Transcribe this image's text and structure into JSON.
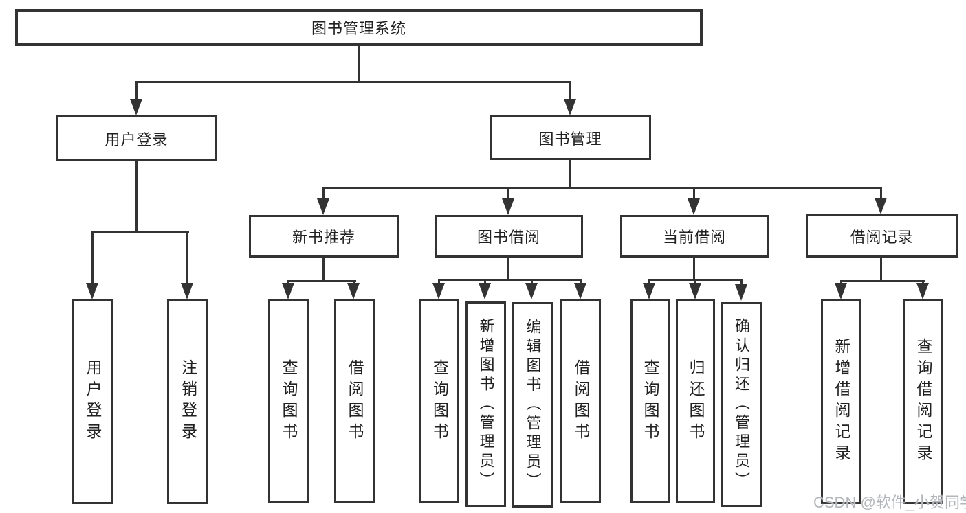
{
  "diagram_title": "图书管理系统",
  "colors": {
    "line": "#333333",
    "box_border": "#333333",
    "box_background": "#ffffff",
    "text": "#212121",
    "watermark": "#b2b6ba"
  },
  "nodes": {
    "root": "图书管理系统",
    "user_login": "用户登录",
    "book_mgmt": "图书管理",
    "new_book_rec": "新书推荐",
    "book_borrow": "图书借阅",
    "current_borrow": "当前借阅",
    "borrow_records": "借阅记录",
    "leaf_user_login": "用户登录",
    "leaf_logout": "注销登录",
    "rec_query_books": "查询图书",
    "rec_borrow_books": "借阅图书",
    "bb_query_books": "查询图书",
    "bb_add_books": "新增图书（管理员）",
    "bb_edit_books": "编辑图书（管理员）",
    "bb_borrow_books": "借阅图书",
    "cb_query_books": "查询图书",
    "cb_return_books": "归还图书",
    "cb_confirm_return": "确认归还（管理员）",
    "br_add_record": "新增借阅记录",
    "br_query_record": "查询借阅记录"
  },
  "hierarchy": {
    "图书管理系统": {
      "用户登录": [
        "用户登录",
        "注销登录"
      ],
      "图书管理": {
        "新书推荐": [
          "查询图书",
          "借阅图书"
        ],
        "图书借阅": [
          "查询图书",
          "新增图书（管理员）",
          "编辑图书（管理员）",
          "借阅图书"
        ],
        "当前借阅": [
          "查询图书",
          "归还图书",
          "确认归还（管理员）"
        ],
        "借阅记录": [
          "新增借阅记录",
          "查询借阅记录"
        ]
      }
    }
  },
  "watermark": "CSDN @软件_小贺同学"
}
